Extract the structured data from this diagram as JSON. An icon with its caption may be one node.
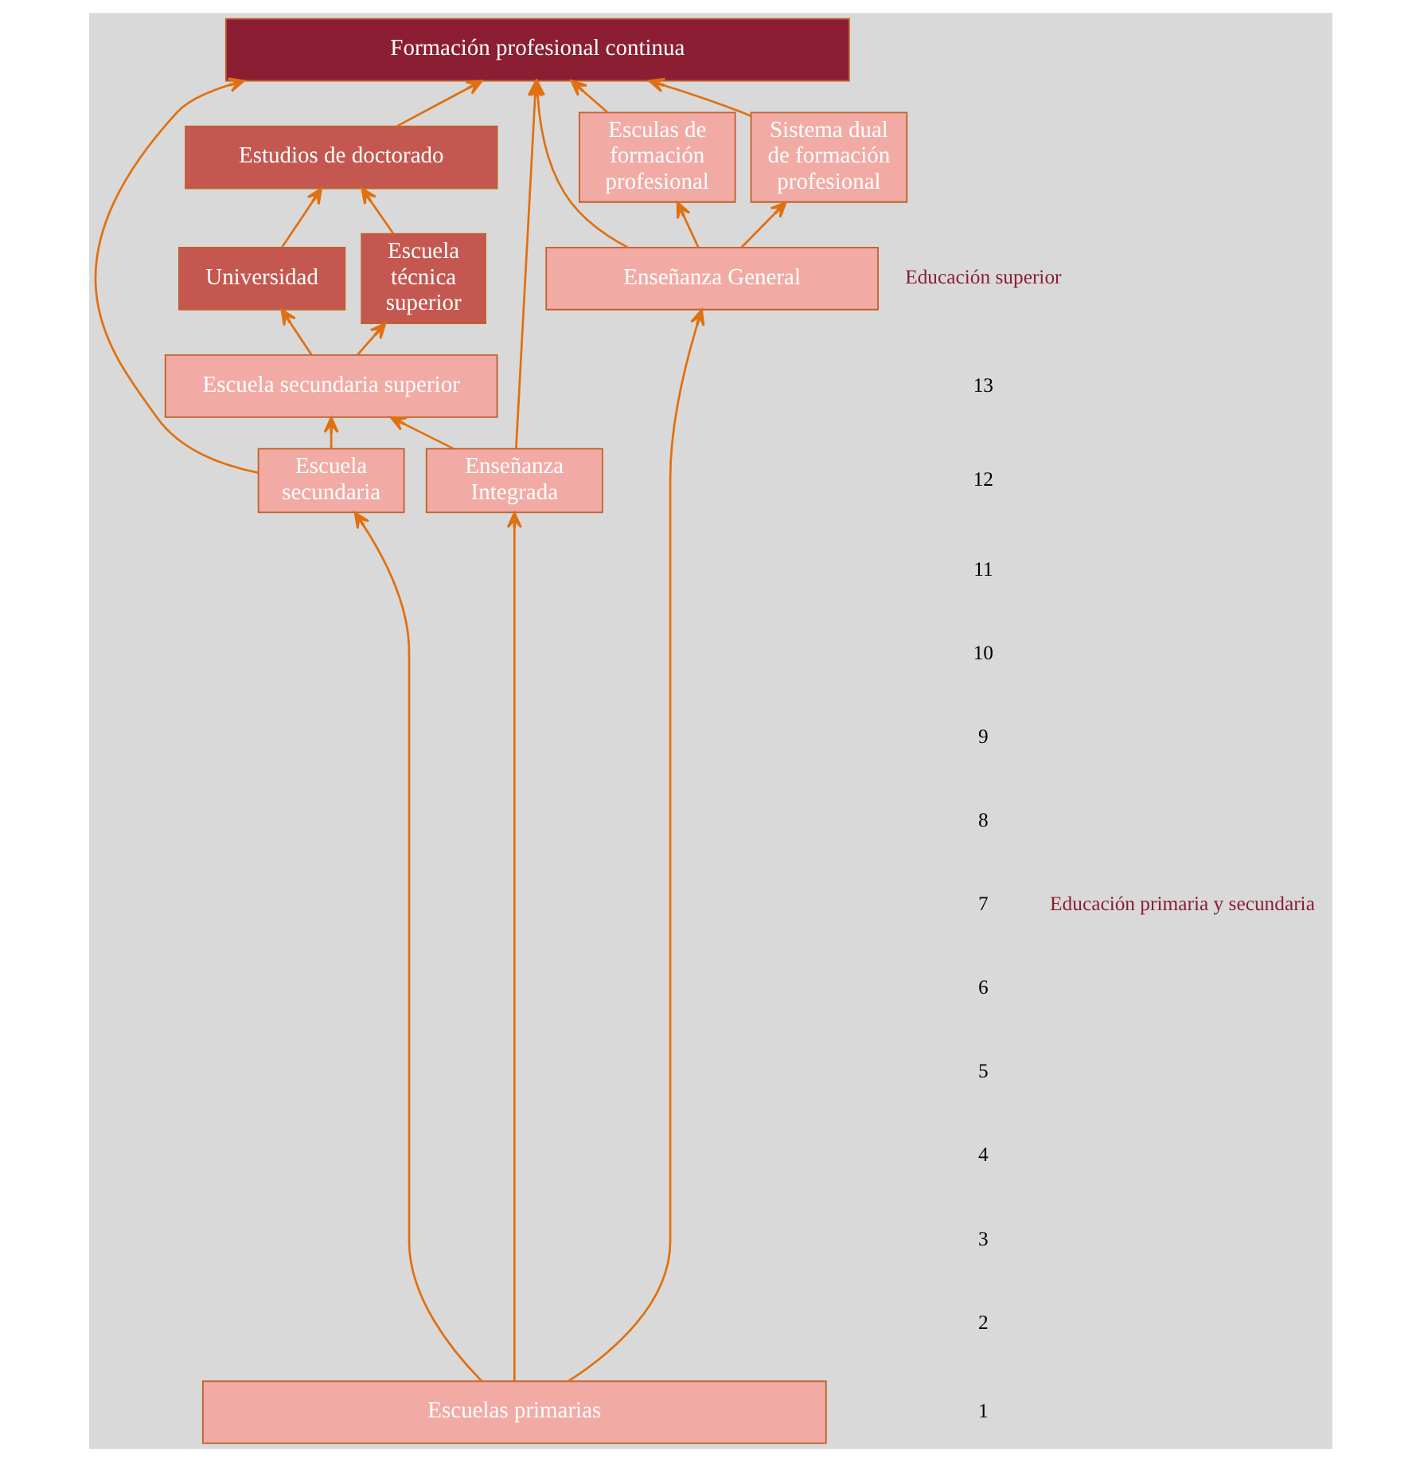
{
  "diagram": {
    "nodes": [
      {
        "text": [
          "Formación profesional continua"
        ]
      },
      {
        "text": [
          "Estudios de doctorado"
        ]
      },
      {
        "text": [
          "Universidad"
        ]
      },
      {
        "text": [
          "Escuela técnica superior"
        ]
      },
      {
        "text": [
          "Escuela secundaria superior"
        ]
      },
      {
        "text": [
          "Esculas de formación profesional"
        ]
      },
      {
        "text": [
          "Sistema dual de formación profesional"
        ]
      },
      {
        "text": [
          "Escuela secundaria"
        ]
      },
      {
        "text": [
          "Enseñanza Integrada"
        ]
      },
      {
        "text": [
          "Enseñanza General"
        ]
      },
      {
        "text": [
          "Escuelas primarias"
        ]
      }
    ],
    "edges": [
      {
        "from": 1,
        "to": 0,
        "arrow": "to"
      },
      {
        "from": 2,
        "to": 1,
        "arrow": "to"
      },
      {
        "from": 3,
        "to": 1,
        "arrow": "to"
      },
      {
        "from": 4,
        "to": 2,
        "arrow": "to"
      },
      {
        "from": 4,
        "to": 3,
        "arrow": "to"
      },
      {
        "from": 5,
        "to": 0,
        "arrow": "to"
      },
      {
        "from": 6,
        "to": 0,
        "arrow": "to"
      },
      {
        "from": 7,
        "to": 4,
        "arrow": "to"
      },
      {
        "from": 8,
        "to": 4,
        "arrow": "to"
      },
      {
        "from": 9,
        "to": 5,
        "arrow": "to"
      },
      {
        "from": 9,
        "to": 6,
        "arrow": "to"
      },
      {
        "from": 7,
        "to": 0,
        "arrow": "to"
      },
      {
        "from": 8,
        "to": 0,
        "arrow": "to"
      },
      {
        "from": 9,
        "to": 0,
        "arrow": "to"
      },
      {
        "from": 10,
        "to": 7,
        "arrow": "to"
      },
      {
        "from": 10,
        "to": 8,
        "arrow": "to"
      },
      {
        "from": 10,
        "to": 9,
        "arrow": "to"
      }
    ],
    "labels": [
      "Educación superior",
      "Educación primaria y secundaria",
      "13",
      "12",
      "11",
      "10",
      "9",
      "8",
      "7",
      "6",
      "5",
      "4",
      "3",
      "2",
      "1"
    ]
  }
}
